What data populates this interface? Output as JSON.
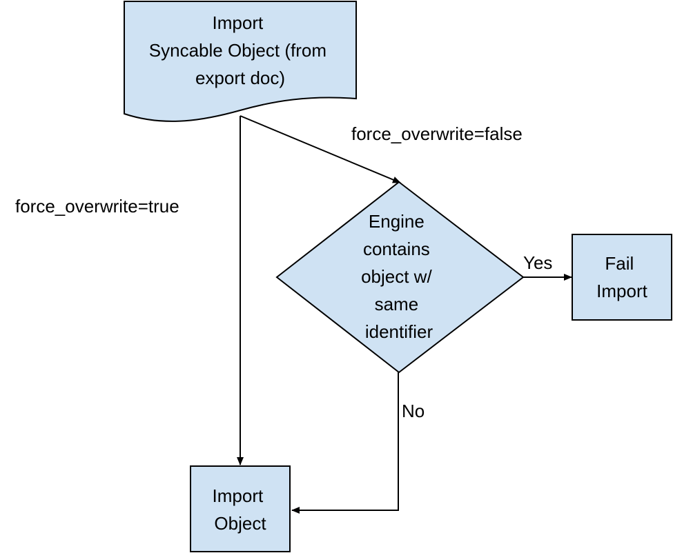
{
  "nodes": {
    "import_syncable": {
      "lines": [
        "Import",
        "Syncable Object (from",
        "export doc)"
      ]
    },
    "decision": {
      "lines": [
        "Engine",
        "contains",
        "object w/",
        "same",
        "identifier"
      ]
    },
    "fail_import": {
      "lines": [
        "Fail",
        "Import"
      ]
    },
    "import_object": {
      "lines": [
        "Import",
        "Object"
      ]
    }
  },
  "edges": {
    "force_false": "force_overwrite=false",
    "force_true": "force_overwrite=true",
    "yes": "Yes",
    "no": "No"
  },
  "colors": {
    "node_fill": "#cfe2f3",
    "stroke": "#000000"
  }
}
